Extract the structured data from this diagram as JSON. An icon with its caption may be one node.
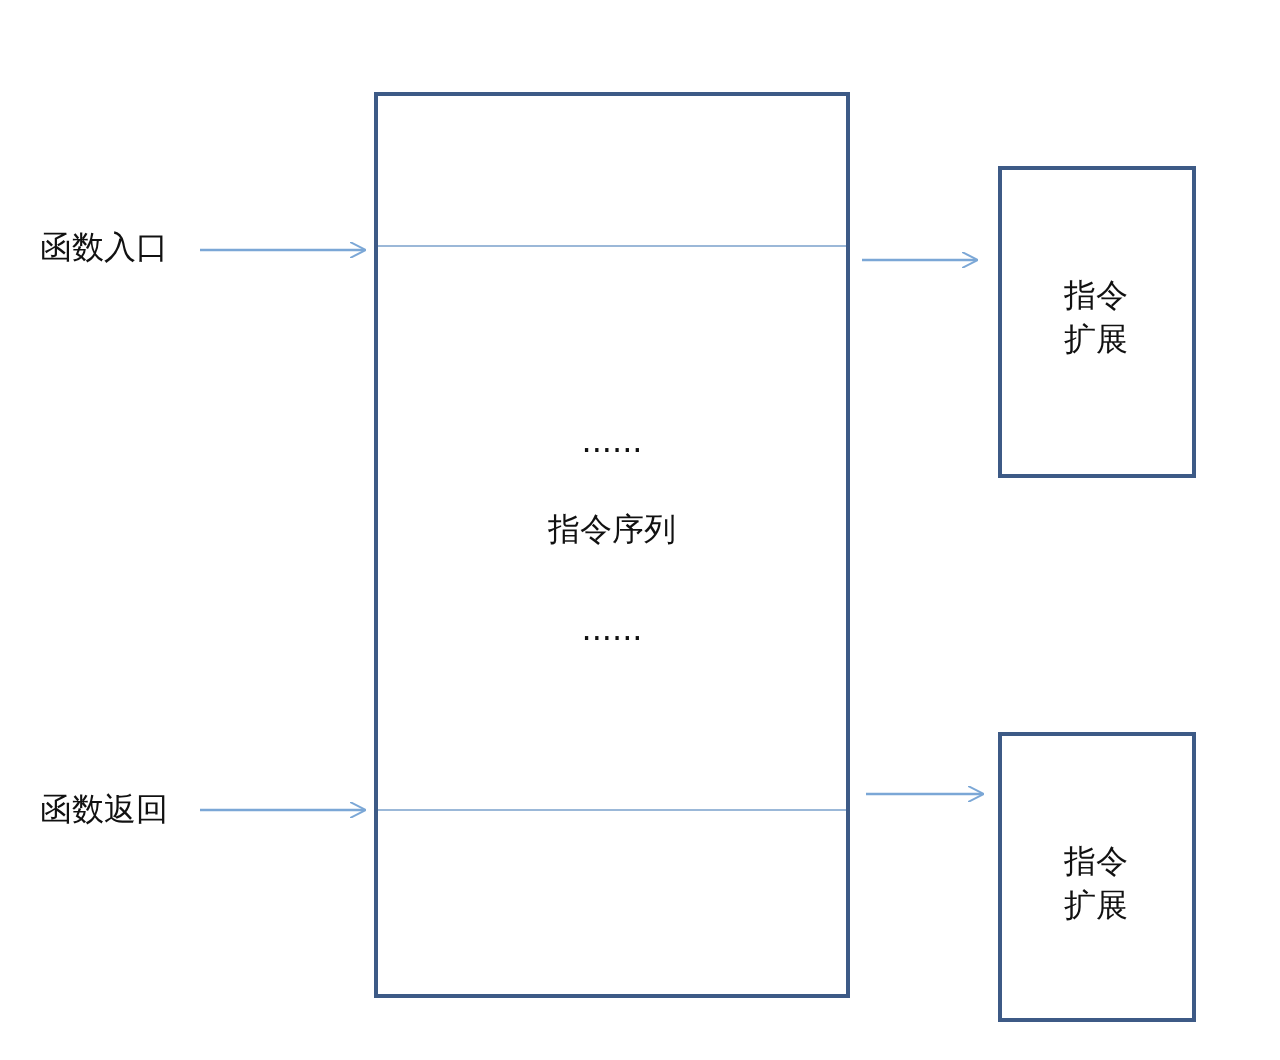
{
  "diagram": {
    "nodes": [
      {
        "text": [
          "......",
          "指令序列",
          "......"
        ]
      },
      {
        "text": [
          "函数入口"
        ]
      },
      {
        "text": [
          "函数返回"
        ]
      },
      {
        "text": [
          "指令扩展"
        ]
      },
      {
        "text": [
          "指令扩展"
        ]
      }
    ],
    "edges": [
      {
        "from": 1,
        "to": 0,
        "arrow": "to"
      },
      {
        "from": 2,
        "to": 0,
        "arrow": "to"
      },
      {
        "from": 0,
        "to": 3,
        "arrow": "to"
      },
      {
        "from": 0,
        "to": 4,
        "arrow": "to"
      }
    ]
  }
}
